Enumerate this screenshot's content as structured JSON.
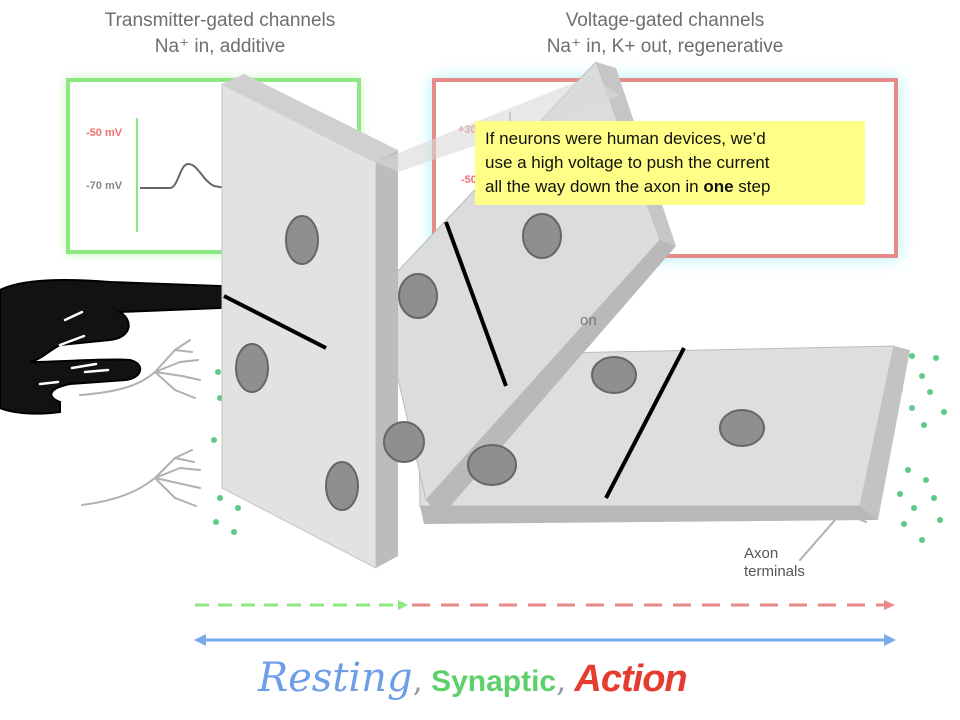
{
  "headings": {
    "left_line1": "Transmitter-gated channels",
    "left_line2": "Na⁺ in, additive",
    "right_line1": "Voltage-gated channels",
    "right_line2": "Na⁺ in, K+ out, regenerative"
  },
  "left_graph": {
    "label_top": "-50 mV",
    "label_bottom": "-70 mV"
  },
  "right_graph": {
    "label_top": "+30",
    "label_bottom": "-50"
  },
  "callout": {
    "line1": "If neurons were human devices, we’d",
    "line2": "use a high voltage to push the current",
    "line3_pre": "all the way down the axon in ",
    "line3_bold": "one",
    "line3_post": " step"
  },
  "fragment_label": "on",
  "axon_label": {
    "line1": "Axon",
    "line2": "terminals"
  },
  "bottom_title": {
    "resting": "Resting",
    "comma1": ",",
    "synaptic": " Synaptic",
    "comma2": ",",
    "action": " Action"
  },
  "colors": {
    "green": "#8de882",
    "red": "#e88a88",
    "blue": "#7aa9ea",
    "callout_bg": "#ffff88",
    "domino": "#dcdcdc"
  },
  "icons": [
    "pointing-hand-icon",
    "domino-tile",
    "dendrite-tree",
    "neurotransmitter-dots"
  ]
}
